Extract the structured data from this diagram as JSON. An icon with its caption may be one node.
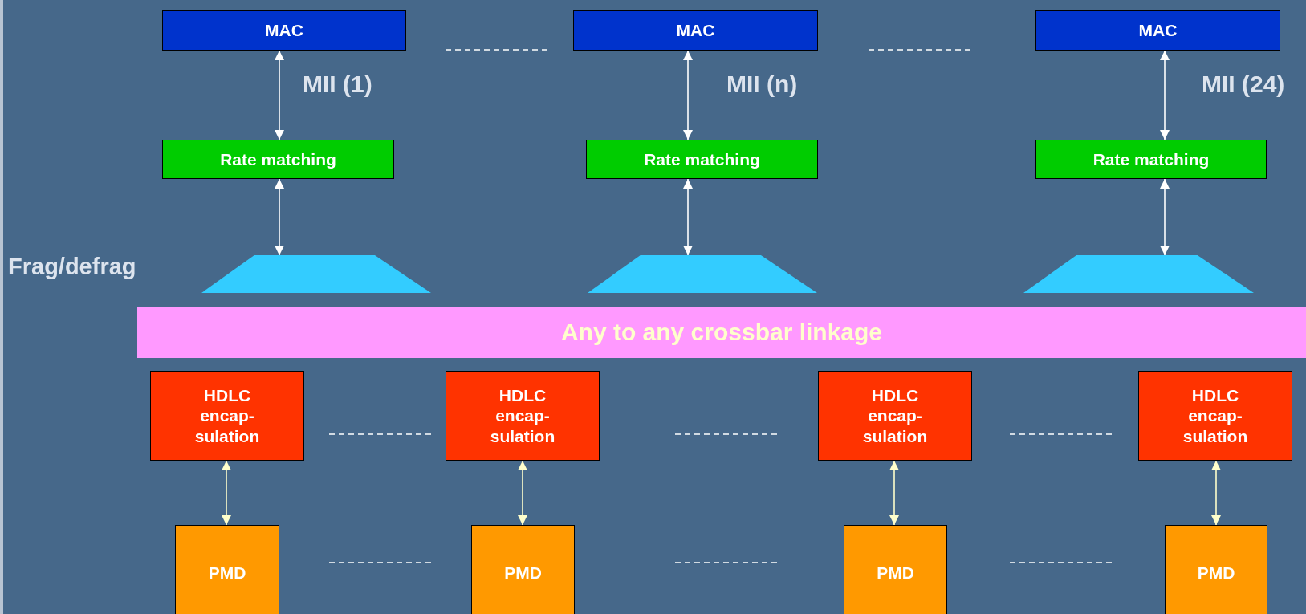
{
  "diagram": {
    "nodes": [
      {
        "text": [
          "MAC"
        ]
      },
      {
        "text": [
          "MAC"
        ]
      },
      {
        "text": [
          "MAC"
        ]
      },
      {
        "text": [
          "Rate matching"
        ]
      },
      {
        "text": [
          "Rate matching"
        ]
      },
      {
        "text": [
          "Rate matching"
        ]
      },
      {
        "text": [],
        "shape": "trapezoid"
      },
      {
        "text": [],
        "shape": "trapezoid"
      },
      {
        "text": [],
        "shape": "trapezoid"
      },
      {
        "text": [
          "Any to any crossbar linkage"
        ]
      },
      {
        "text": [
          "HDLC encap- sulation"
        ]
      },
      {
        "text": [
          "HDLC encap- sulation"
        ]
      },
      {
        "text": [
          "HDLC encap- sulation"
        ]
      },
      {
        "text": [
          "HDLC encap- sulation"
        ]
      },
      {
        "text": [
          "PMD"
        ]
      },
      {
        "text": [
          "PMD"
        ]
      },
      {
        "text": [
          "PMD"
        ]
      },
      {
        "text": [
          "PMD"
        ]
      }
    ],
    "edges": [
      {
        "from": 0,
        "to": 3,
        "arrow": "both"
      },
      {
        "from": 1,
        "to": 4,
        "arrow": "both"
      },
      {
        "from": 2,
        "to": 5,
        "arrow": "both"
      },
      {
        "from": 3,
        "to": 6,
        "arrow": "both"
      },
      {
        "from": 4,
        "to": 7,
        "arrow": "both"
      },
      {
        "from": 5,
        "to": 8,
        "arrow": "both"
      },
      {
        "from": 10,
        "to": 14,
        "arrow": "both",
        "color": "#ffffcc"
      },
      {
        "from": 11,
        "to": 15,
        "arrow": "both",
        "color": "#ffffcc"
      },
      {
        "from": 12,
        "to": 16,
        "arrow": "both",
        "color": "#ffffcc"
      },
      {
        "from": 13,
        "to": 17,
        "arrow": "both",
        "color": "#ffffcc"
      }
    ],
    "labels": [
      "MII (1)",
      "MII (n)",
      "MII (24)",
      "Frag/defrag"
    ]
  }
}
